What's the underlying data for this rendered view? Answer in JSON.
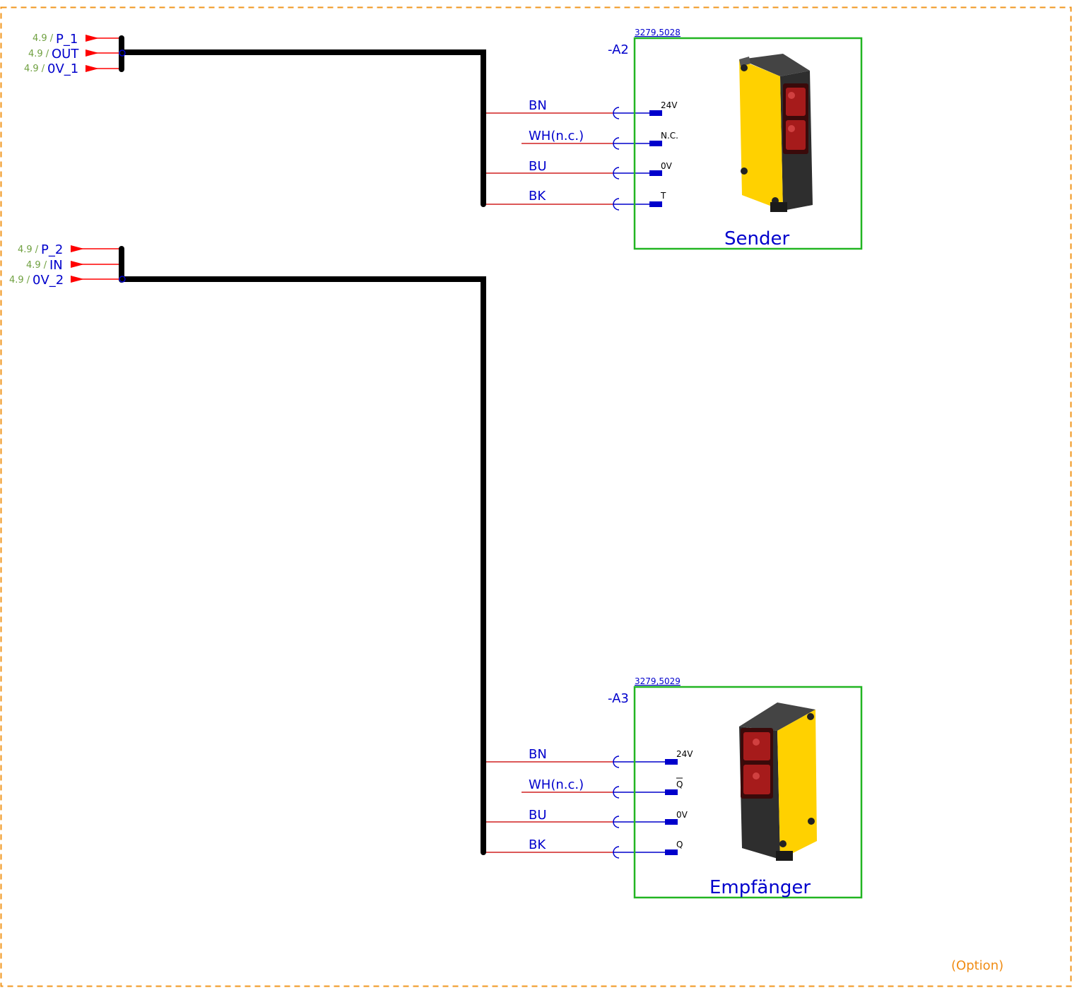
{
  "frame": {
    "border_color": "#f0961e"
  },
  "colors": {
    "arrow": "#ff0000",
    "wire": "#d02020",
    "pin": "#0000cc",
    "bus": "#000000",
    "device_border": "#22b522",
    "text_blue": "#0000cc",
    "ref_green": "#6fa040"
  },
  "connectors": {
    "top": [
      {
        "ref": "4.9 /",
        "signal": "P_1"
      },
      {
        "ref": "4.9 /",
        "signal": "OUT"
      },
      {
        "ref": "4.9 /",
        "signal": "0V_1"
      }
    ],
    "bottom": [
      {
        "ref": "4.9 /",
        "signal": "P_2"
      },
      {
        "ref": "4.9 /",
        "signal": "IN"
      },
      {
        "ref": "4.9 /",
        "signal": "0V_2"
      }
    ]
  },
  "devices": [
    {
      "article": "3279,5028",
      "tag": "-A2",
      "name": "Sender",
      "wires": [
        {
          "label": "BN",
          "pin": "24V"
        },
        {
          "label": "WH(n.c.)",
          "pin": "N.C."
        },
        {
          "label": "BU",
          "pin": "0V"
        },
        {
          "label": "BK",
          "pin": "T"
        }
      ]
    },
    {
      "article": "3279,5029",
      "tag": "-A3",
      "name": "Empfänger",
      "wires": [
        {
          "label": "BN",
          "pin": "24V"
        },
        {
          "label": "WH(n.c.)",
          "pin": "Q"
        },
        {
          "label": "BU",
          "pin": "0V"
        },
        {
          "label": "BK",
          "pin": "Q"
        }
      ]
    }
  ],
  "option_label": "(Option)"
}
